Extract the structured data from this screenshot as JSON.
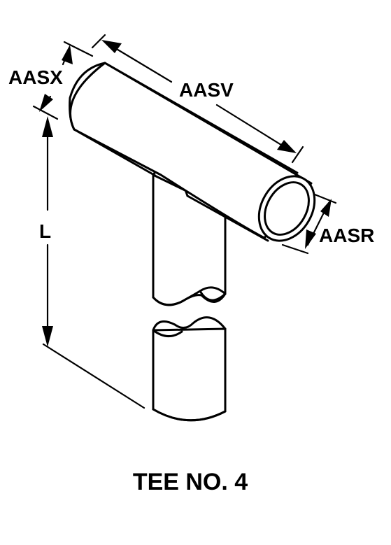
{
  "labels": {
    "aasx": "AASX",
    "aasv": "AASV",
    "aasr": "AASR",
    "l": "L"
  },
  "caption": "TEE NO. 4",
  "colors": {
    "line": "#000000",
    "background": "#ffffff"
  }
}
